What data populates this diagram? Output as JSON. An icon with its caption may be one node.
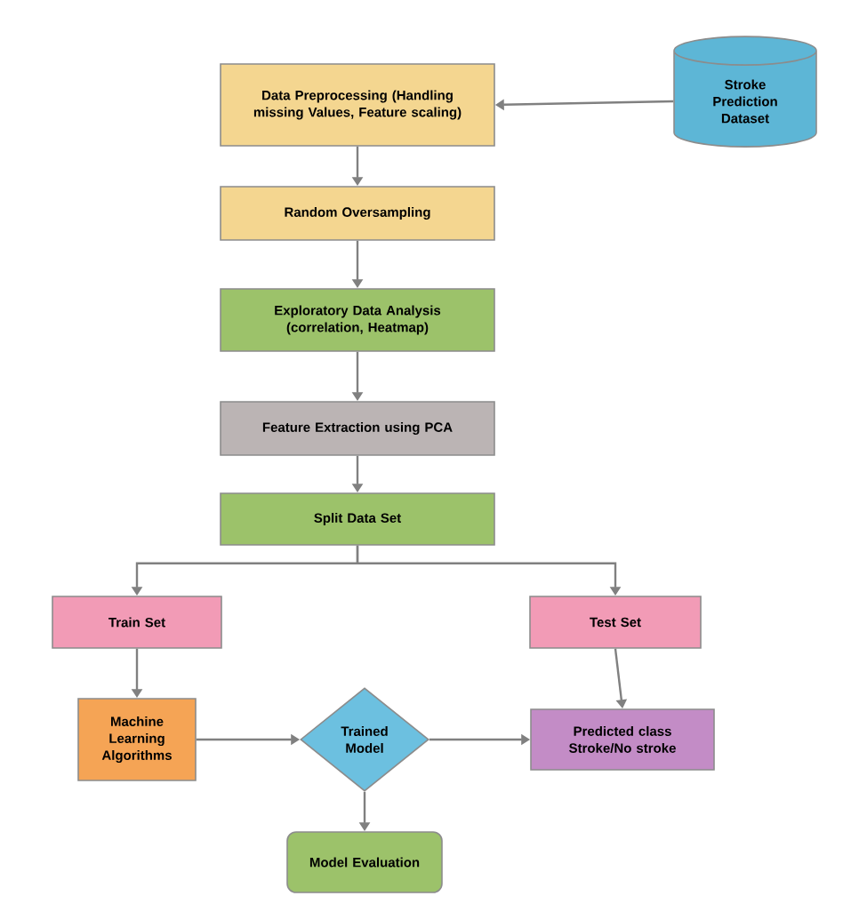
{
  "diagram": {
    "nodes": [
      {
        "text": [
          "Data Preprocessing (Handling missing Values, Feature scaling)"
        ]
      },
      {
        "text": [
          "Stroke Prediction Dataset"
        ]
      },
      {
        "text": [
          "Random Oversampling"
        ]
      },
      {
        "text": [
          "Exploratory Data Analysis (correlation, Heatmap)"
        ]
      },
      {
        "text": [
          "Feature Extraction using PCA"
        ]
      },
      {
        "text": [
          "Split Data Set"
        ]
      },
      {
        "text": [
          "Train Set"
        ]
      },
      {
        "text": [
          "Test Set"
        ]
      },
      {
        "text": [
          "Machine Learning Algorithms"
        ]
      },
      {
        "text": [
          "Trained Model"
        ]
      },
      {
        "text": [
          "Predicted class Stroke/No stroke"
        ]
      },
      {
        "text": [
          "Model Evaluation"
        ]
      }
    ],
    "edges": [
      {
        "from": 1,
        "to": 0,
        "arrow": "to"
      },
      {
        "from": 0,
        "to": 2,
        "arrow": "to"
      },
      {
        "from": 2,
        "to": 3,
        "arrow": "to"
      },
      {
        "from": 3,
        "to": 4,
        "arrow": "to"
      },
      {
        "from": 4,
        "to": 5,
        "arrow": "to"
      },
      {
        "from": 5,
        "to": 6,
        "arrow": "to"
      },
      {
        "from": 5,
        "to": 7,
        "arrow": "to"
      },
      {
        "from": 6,
        "to": 8,
        "arrow": "to"
      },
      {
        "from": 7,
        "to": 10,
        "arrow": "to"
      },
      {
        "from": 8,
        "to": 9,
        "arrow": "to"
      },
      {
        "from": 9,
        "to": 10,
        "arrow": "to"
      },
      {
        "from": 9,
        "to": 11,
        "arrow": "to"
      }
    ]
  }
}
